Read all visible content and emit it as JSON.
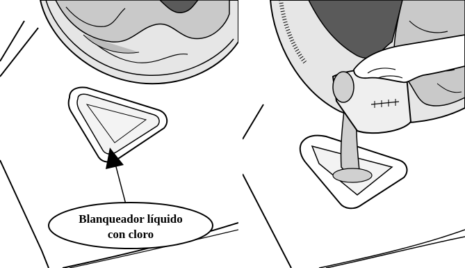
{
  "callout": {
    "line1": "Blanqueador líquido",
    "line2": "con cloro"
  },
  "colors": {
    "background": "#ffffff",
    "ink": "#000000",
    "clothes_light": "#c9c9c9",
    "clothes_dark": "#5a5a5a",
    "drum": "#e6e6e6",
    "bleach_liquid": "#d0d0d0"
  },
  "panels": [
    {
      "id": "left",
      "name": "dispenser-closeup"
    },
    {
      "id": "right",
      "name": "pouring-bleach"
    }
  ]
}
